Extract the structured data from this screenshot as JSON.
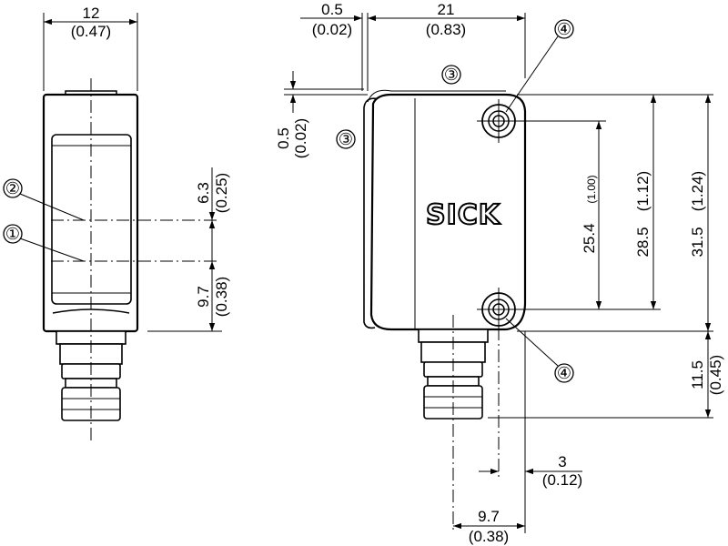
{
  "logo_text": "SICK",
  "dimensions": {
    "front_width": {
      "value": "12",
      "inch": "(0.47)"
    },
    "front_top_offset": {
      "value": "6.3",
      "inch": "(0.25)"
    },
    "front_bottom_offset": {
      "value": "9.7",
      "inch": "(0.38)"
    },
    "side_small_width": {
      "value": "0.5",
      "inch": "(0.02)"
    },
    "side_width": {
      "value": "21",
      "inch": "(0.83)"
    },
    "side_small_height": {
      "value": "0.5",
      "inch": "(0.02)"
    },
    "hole_spacing": {
      "value": "25.4",
      "inch": "(1.00)"
    },
    "hole_to_top": {
      "value": "28.5",
      "inch": "(1.12)"
    },
    "total_height": {
      "value": "31.5",
      "inch": "(1.24)"
    },
    "connector_height": {
      "value": "11.5",
      "inch": "(0.45)"
    },
    "hole_offset": {
      "value": "3",
      "inch": "(0.12)"
    },
    "connector_offset": {
      "value": "9.7",
      "inch": "(0.38)"
    }
  },
  "callouts": {
    "one": "①",
    "two": "②",
    "three": "③",
    "four": "④"
  }
}
